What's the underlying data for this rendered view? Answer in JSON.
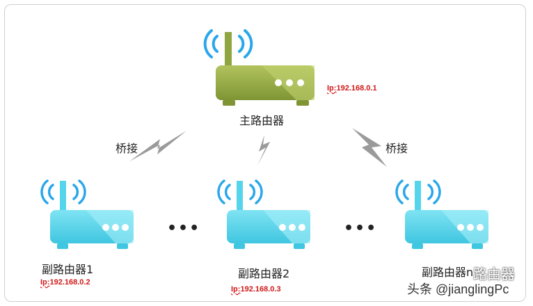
{
  "main_router": {
    "label": "主路由器",
    "ip_prefix": "Ip:",
    "ip": "192.168.0.1",
    "color": "#8fa640"
  },
  "links": {
    "left_label": "桥接",
    "right_label": "桥接"
  },
  "sub_routers": [
    {
      "label": "副路由器1",
      "ip_prefix": "Ip:",
      "ip": "192.168.0.2"
    },
    {
      "label": "副路由器2",
      "ip_prefix": "Ip:",
      "ip": "192.168.0.3"
    },
    {
      "label": "副路由器n",
      "ip_prefix": "",
      "ip": ""
    }
  ],
  "sub_color": "#55d5ec",
  "ellipsis": "•••",
  "watermark": {
    "text": "头条 @jianglingPc",
    "overlay": "路由器"
  }
}
